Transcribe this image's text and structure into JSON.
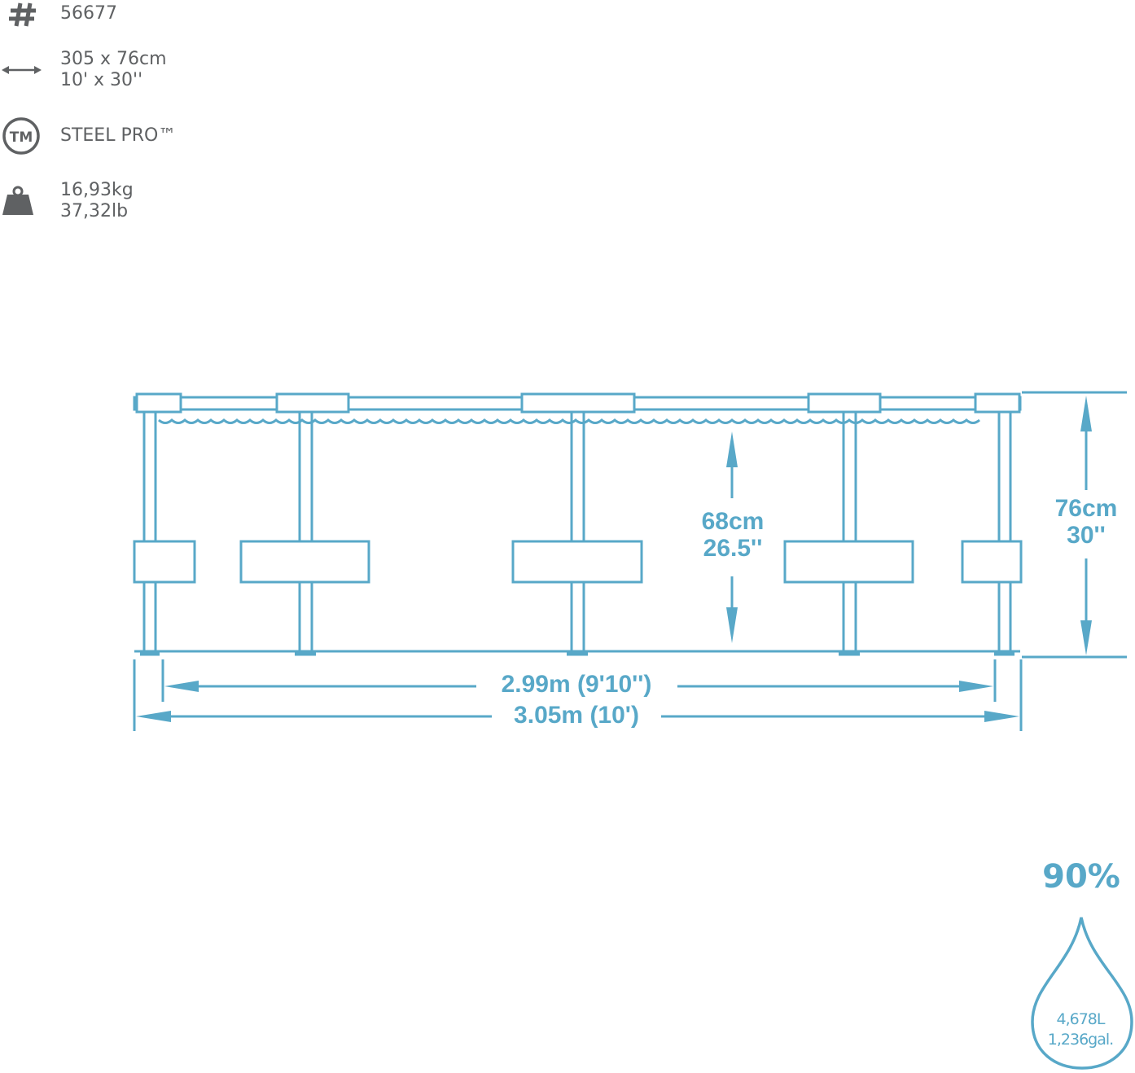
{
  "colors": {
    "accent": "#58a8c8",
    "icon_gray": "#5f6163",
    "text_gray": "#5f6163"
  },
  "specs": {
    "model": {
      "icon": "hash-icon",
      "value": "56677"
    },
    "size": {
      "icon": "double-arrow-icon",
      "metric": "305 x 76cm",
      "imperial": "10' x 30''"
    },
    "frame": {
      "icon": "trademark-icon",
      "value": "STEEL PRO™"
    },
    "weight": {
      "icon": "weight-icon",
      "metric": "16,93kg",
      "imperial": "37,32lb"
    }
  },
  "diagram": {
    "water_depth": {
      "metric": "68cm",
      "imperial": "26.5''"
    },
    "wall_height": {
      "metric": "76cm",
      "imperial": "30''"
    },
    "inner_diameter": "2.99m (9'10'')",
    "outer_diameter": "3.05m (10')"
  },
  "capacity": {
    "fill_percent": "90%",
    "liters": "4,678L",
    "gallons": "1,236gal."
  }
}
